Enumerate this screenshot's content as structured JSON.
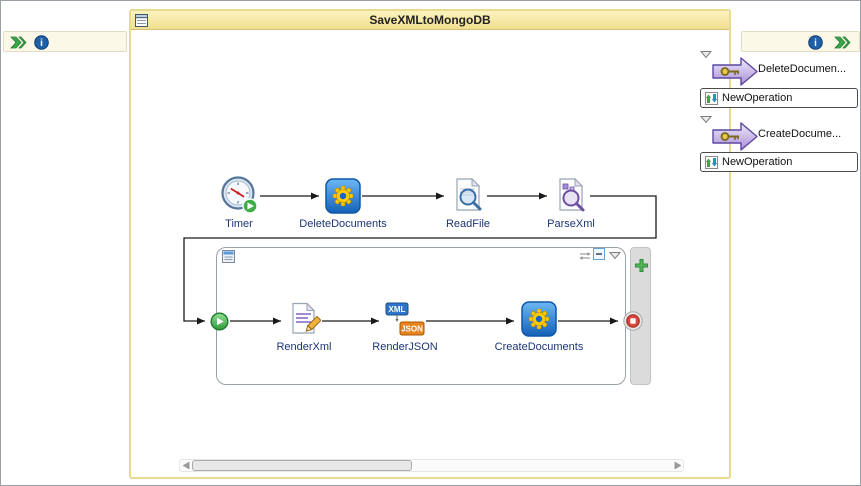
{
  "window": {
    "title": "SaveXMLtoMongoDB"
  },
  "activities": {
    "timer": "Timer",
    "delete_documents": "DeleteDocuments",
    "read_file": "ReadFile",
    "parse_xml": "ParseXml",
    "render_xml": "RenderXml",
    "render_json": "RenderJSON",
    "create_documents": "CreateDocuments"
  },
  "references": [
    {
      "label": "DeleteDocumen...",
      "operation": "NewOperation"
    },
    {
      "label": "CreateDocume...",
      "operation": "NewOperation"
    }
  ],
  "icons": {
    "renderjson_xml": "XML",
    "renderjson_json": "JSON"
  },
  "colors": {
    "titlebar_yellow": "#f3e5a0",
    "reference_purple": "#b9a6e2",
    "activity_blue": "#1767c0",
    "gear_yellow": "#ffcb05",
    "start_green": "#2e9e3e",
    "end_red": "#d8453c",
    "plus_green": "#53b85a"
  }
}
